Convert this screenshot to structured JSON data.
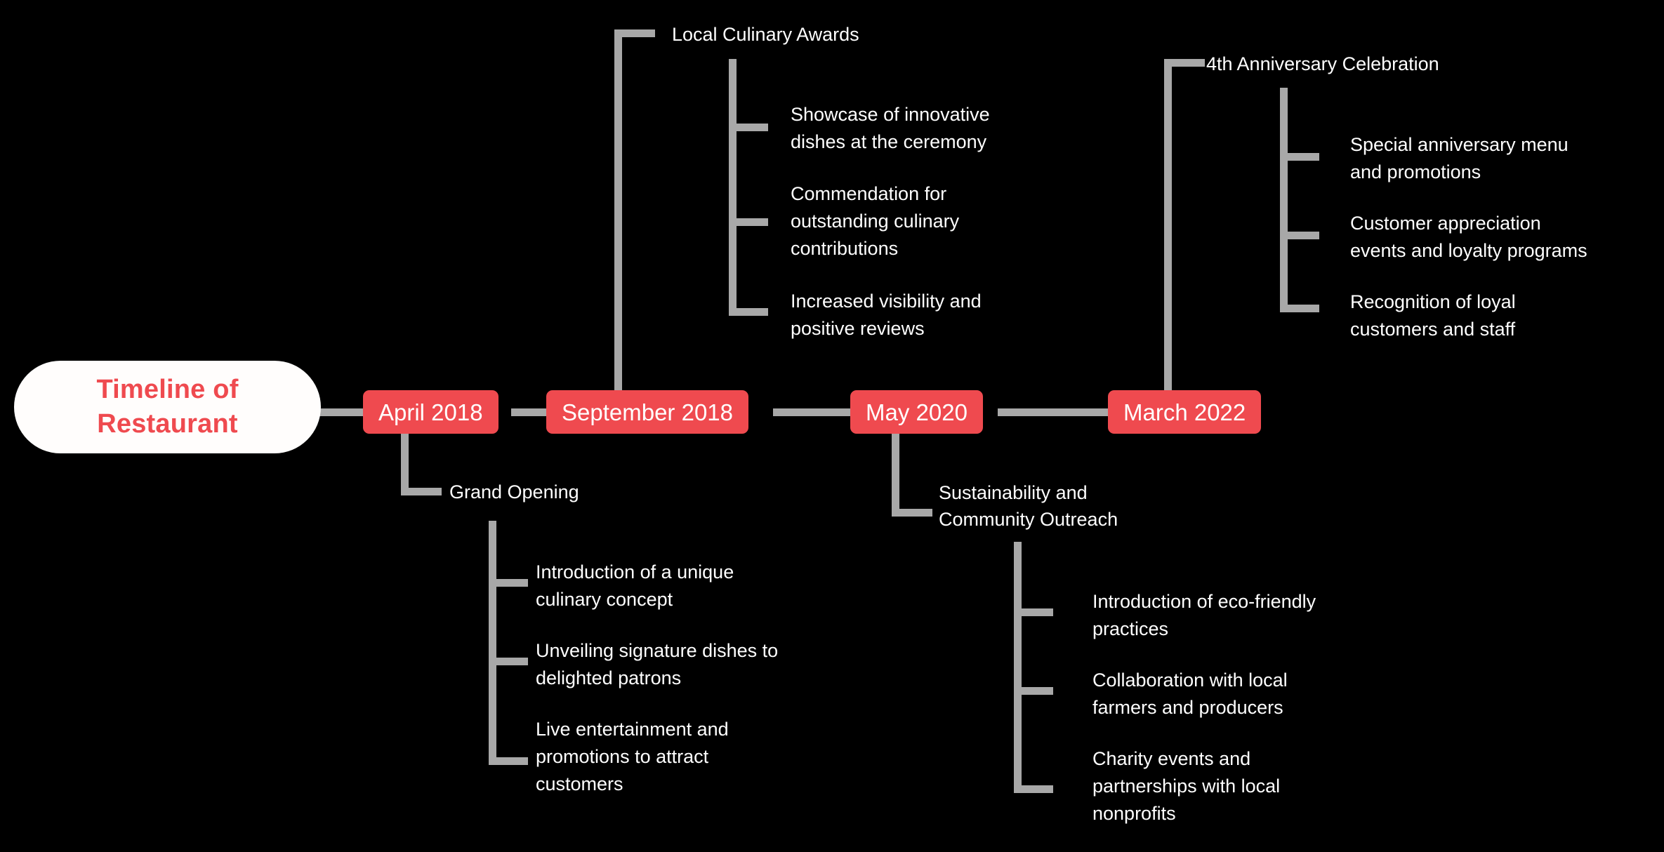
{
  "diagram": {
    "type": "timeline",
    "title": "Timeline of Restaurant",
    "background_color": "#000000",
    "accent_color": "#ef4a4f",
    "connector_color": "#a8a8a8",
    "text_color": "#ffffff",
    "root_fill_color": "#fffdfc"
  },
  "root": {
    "label": "Timeline of\nRestaurant"
  },
  "periods": [
    {
      "id": "april-2018",
      "label": "April 2018",
      "side": "below",
      "event": {
        "title": "Grand Opening",
        "details": [
          "Introduction of a unique\nculinary concept",
          "Unveiling signature dishes to\ndelighted patrons",
          "Live entertainment and\npromotions to attract\ncustomers"
        ]
      }
    },
    {
      "id": "september-2018",
      "label": "September 2018",
      "side": "above",
      "event": {
        "title": "Local Culinary Awards",
        "details": [
          "Showcase of innovative\ndishes at the ceremony",
          "Commendation for\noutstanding culinary\ncontributions",
          "Increased visibility and\npositive reviews"
        ]
      }
    },
    {
      "id": "may-2020",
      "label": "May 2020",
      "side": "below",
      "event": {
        "title": "Sustainability and\nCommunity Outreach",
        "details": [
          "Introduction of eco-friendly\npractices",
          "Collaboration with local\nfarmers and producers",
          "Charity events and\npartnerships with local\nnonprofits"
        ]
      }
    },
    {
      "id": "march-2022",
      "label": "March 2022",
      "side": "above",
      "event": {
        "title": "4th Anniversary Celebration",
        "details": [
          "Special anniversary menu\nand promotions",
          "Customer appreciation\nevents and loyalty programs",
          "Recognition of loyal\ncustomers and staff"
        ]
      }
    }
  ]
}
